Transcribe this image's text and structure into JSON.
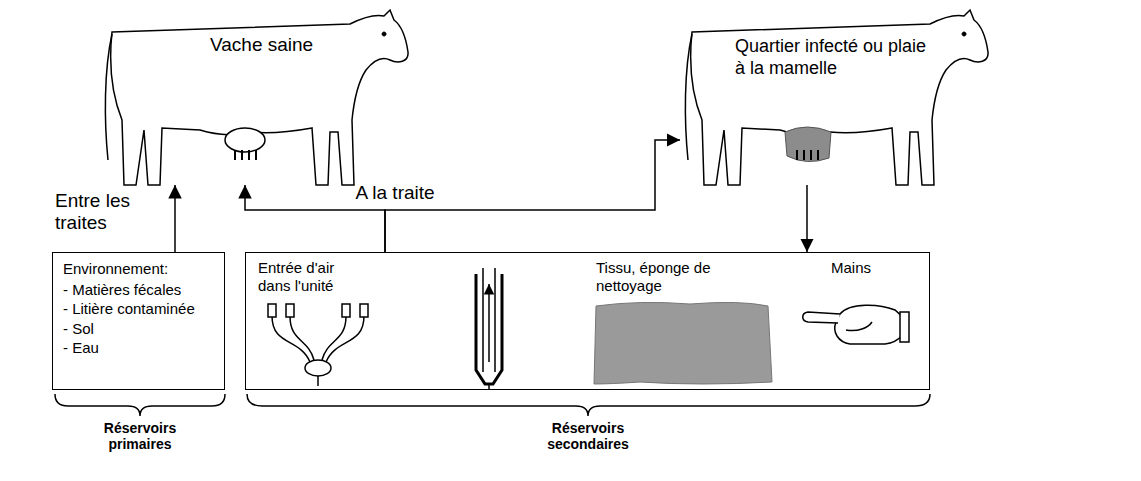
{
  "diagram": {
    "nodes": [
      {
        "text": [
          "Vache saine"
        ]
      },
      {
        "text": [
          "Quartier infecté ou plaie à la mamelle"
        ]
      },
      {
        "text": [
          "Environnement:",
          "- Matières fécales",
          "- Litière contaminée",
          "- Sol",
          "- Eau"
        ]
      },
      {
        "text": [
          "Entrée d'air dans l'unité",
          "Tissu, éponge de nettoyage",
          "Mains"
        ]
      }
    ],
    "edges": [
      {
        "from": 2,
        "to": 0,
        "arrow": "to"
      },
      {
        "from": 3,
        "to": 0,
        "arrow": "to"
      },
      {
        "from": 3,
        "to": 1,
        "arrow": "to"
      },
      {
        "from": 1,
        "to": 3,
        "arrow": "to"
      }
    ],
    "labels": [
      "Entre les traites",
      "A la traite",
      "Réservoirs primaires",
      "Réservoirs secondaires"
    ]
  }
}
